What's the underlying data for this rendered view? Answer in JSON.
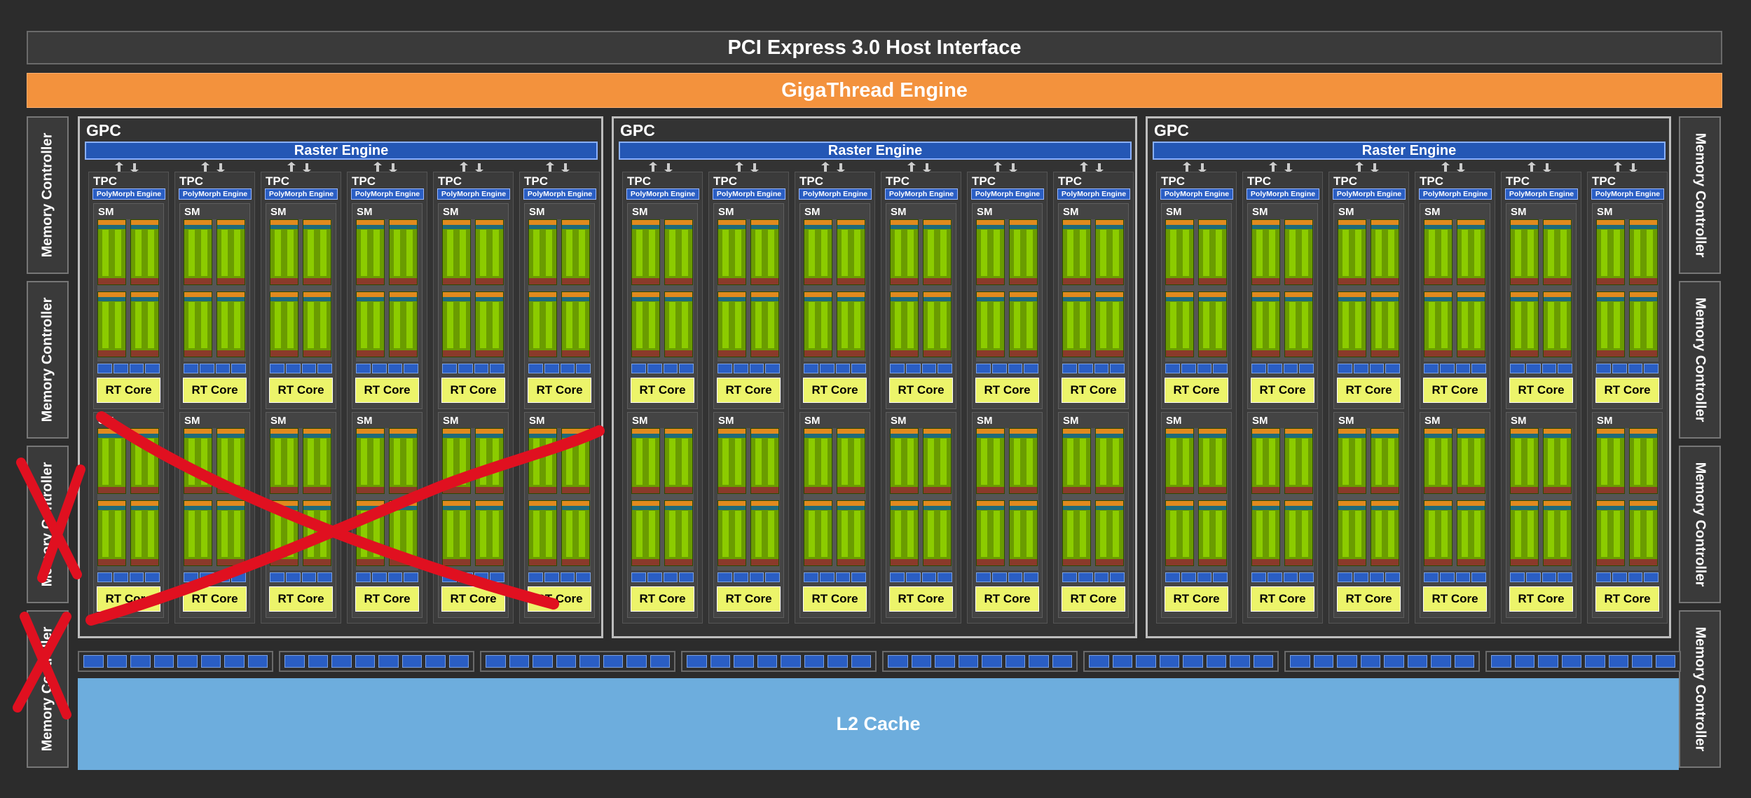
{
  "title": "PCI Express 3.0 Host Interface",
  "gigathread": "GigaThread Engine",
  "memory_controller": "Memory Controller",
  "gpc": "GPC",
  "raster": "Raster Engine",
  "tpc": "TPC",
  "polymorph": "PolyMorph Engine",
  "sm": "SM",
  "rt_core": "RT Core",
  "l2": "L2 Cache",
  "gpc_count": 3,
  "tpc_per_gpc": 6,
  "sm_per_tpc": 2,
  "l2_slices": 8,
  "colors": {
    "gigathread": "#f3923d",
    "raster": "#2457b5",
    "cuda": "#6a9c00",
    "rt_core": "#ecf46a",
    "l2": "#6daddd",
    "strike": "#e01020"
  }
}
